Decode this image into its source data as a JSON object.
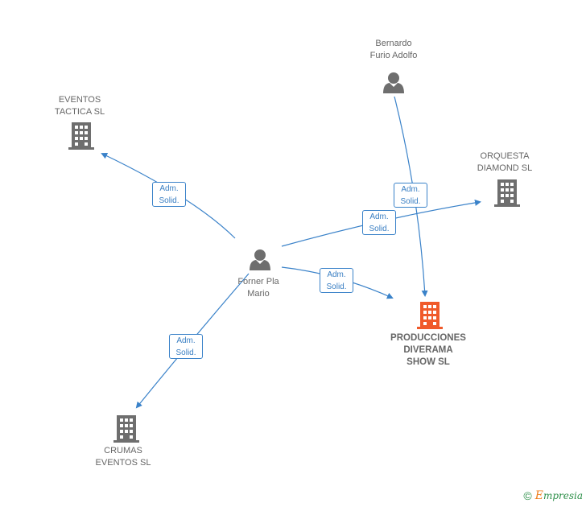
{
  "nodes": {
    "bernardo": {
      "line1": "Bernardo",
      "line2": "Furio Adolfo",
      "kind": "person"
    },
    "eventos_tactica": {
      "line1": "EVENTOS",
      "line2": "TACTICA  SL",
      "kind": "company"
    },
    "orquesta_diamond": {
      "line1": "ORQUESTA",
      "line2": "DIAMOND  SL",
      "kind": "company"
    },
    "forner": {
      "line1": "Forner Pla",
      "line2": "Mario",
      "kind": "person"
    },
    "producciones": {
      "line1": "PRODUCCIONES",
      "line2": "DIVERAMA",
      "line3": "SHOW SL",
      "kind": "company-main"
    },
    "crumas": {
      "line1": "CRUMAS",
      "line2": "EVENTOS SL",
      "kind": "company"
    }
  },
  "edges": {
    "forner_eventos": {
      "from": "forner",
      "to": "eventos_tactica",
      "line1": "Adm.",
      "line2": "Solid."
    },
    "bernardo_producciones": {
      "from": "bernardo",
      "to": "producciones",
      "line1": "Adm.",
      "line2": "Solid."
    },
    "forner_orquesta": {
      "from": "forner",
      "to": "orquesta_diamond",
      "line1": "Adm.",
      "line2": "Solid."
    },
    "forner_producciones": {
      "from": "forner",
      "to": "producciones",
      "line1": "Adm.",
      "line2": "Solid."
    },
    "forner_crumas": {
      "from": "forner",
      "to": "crumas",
      "line1": "Adm.",
      "line2": "Solid."
    }
  },
  "colors": {
    "edge": "#3a82c9",
    "icon": "#6e6e6e",
    "highlight": "#f05a2a"
  },
  "footer": {
    "copyright": "©",
    "brand_initial": "E",
    "brand_rest": "mpresia"
  }
}
